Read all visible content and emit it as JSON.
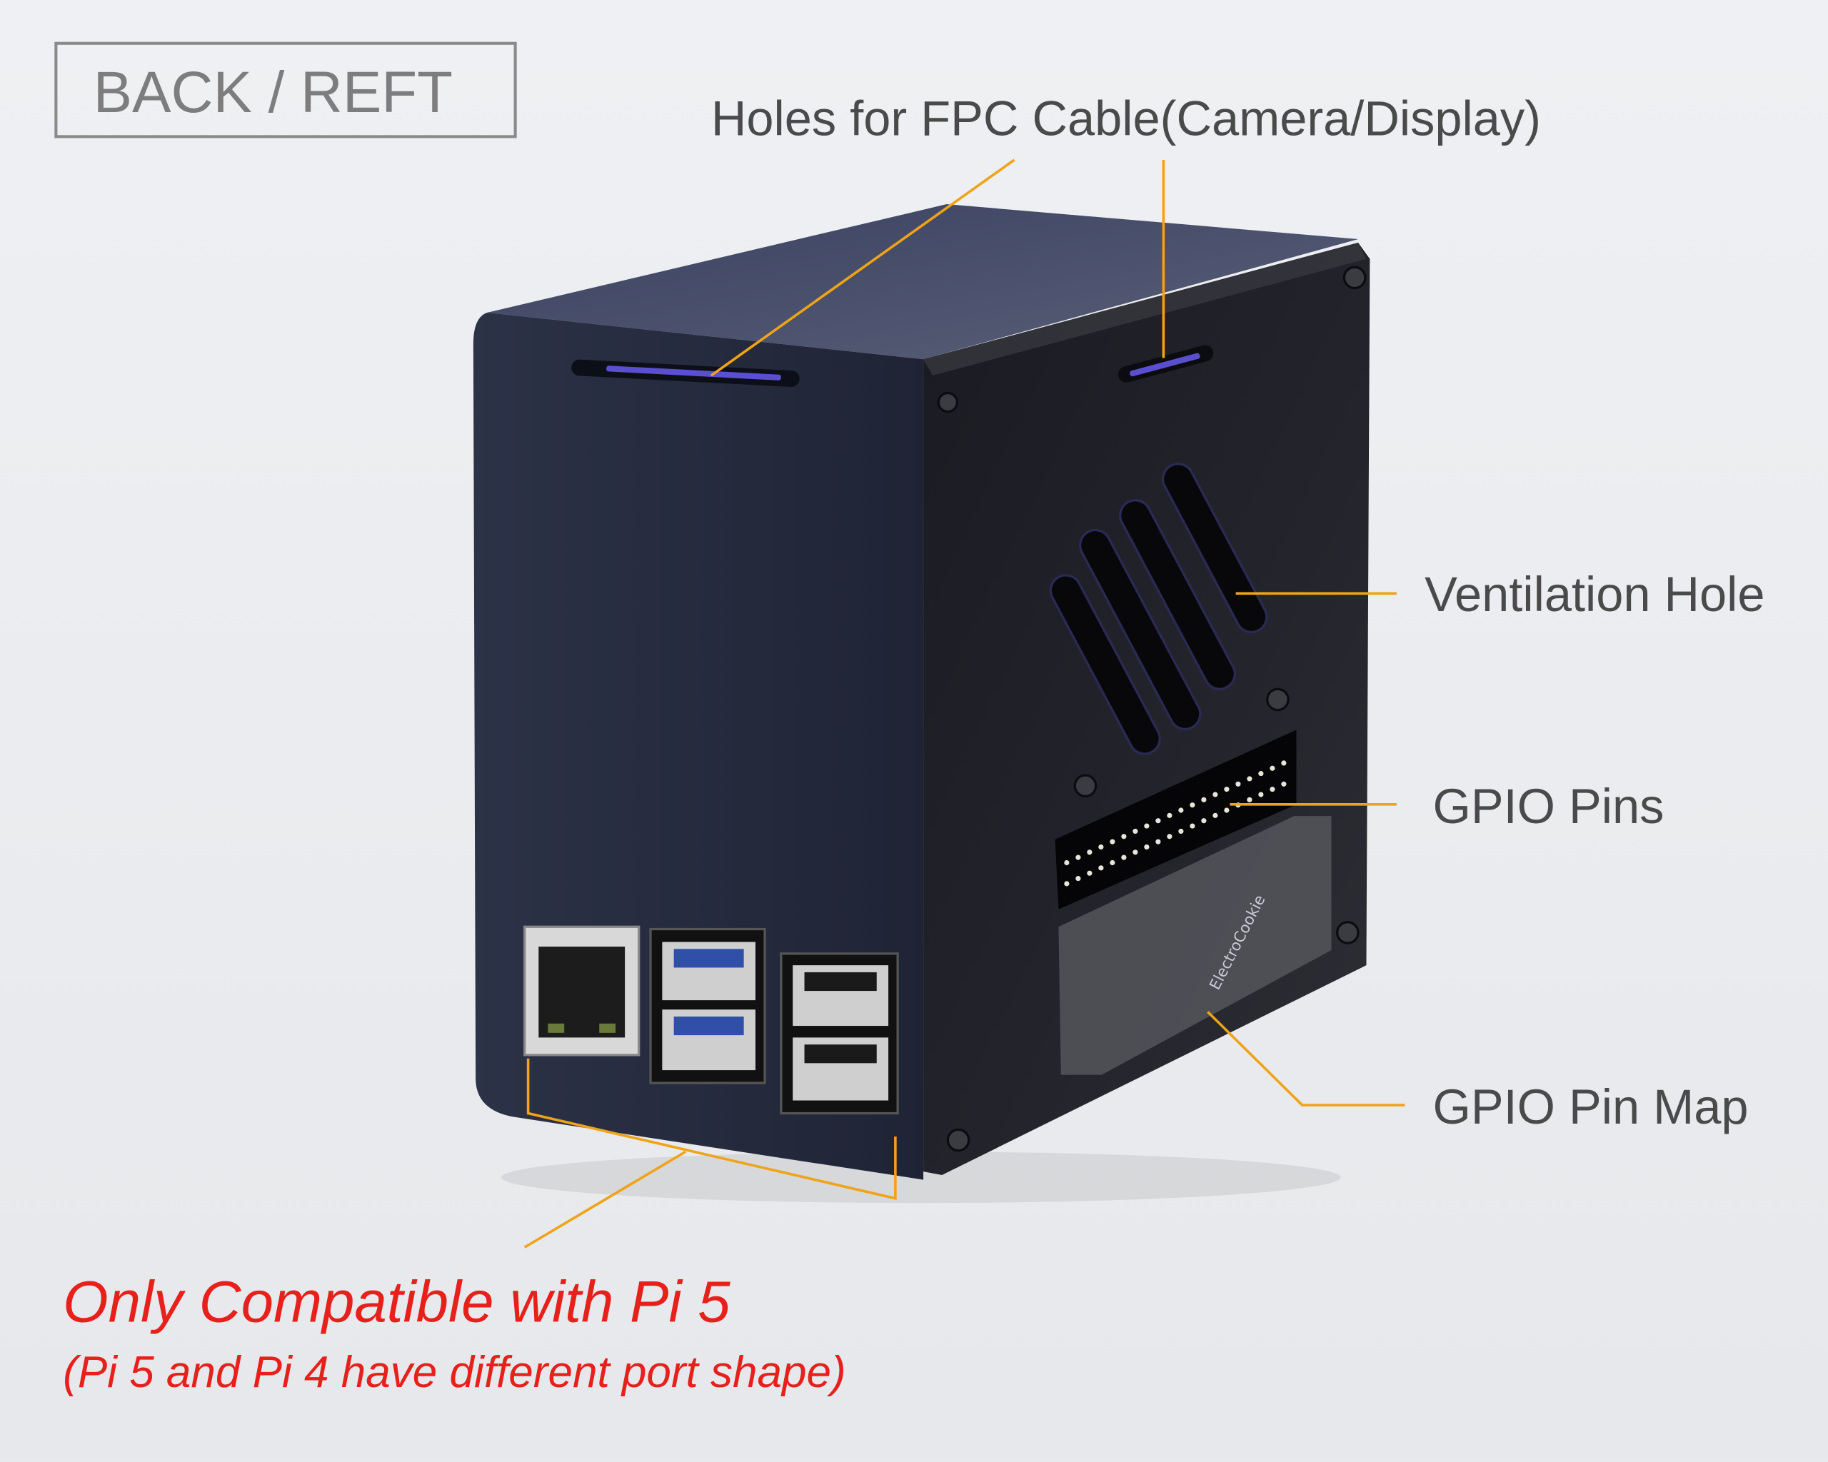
{
  "view_label": "BACK / REFT",
  "callouts": {
    "fpc_holes": "Holes for FPC Cable(Camera/Display)",
    "ventilation": "Ventilation Hole",
    "gpio_pins": "GPIO Pins",
    "gpio_pin_map": "GPIO Pin Map"
  },
  "compatibility": {
    "headline": "Only Compatible with Pi 5",
    "note": "(Pi 5 and Pi 4 have different port shape)"
  },
  "pin_map_brand": "ElectroCookie",
  "colors": {
    "leader_line": "#f0a317",
    "warning_text": "#e8201c",
    "case_body": "#262b3d",
    "acrylic_panel": "#1b1c22"
  }
}
